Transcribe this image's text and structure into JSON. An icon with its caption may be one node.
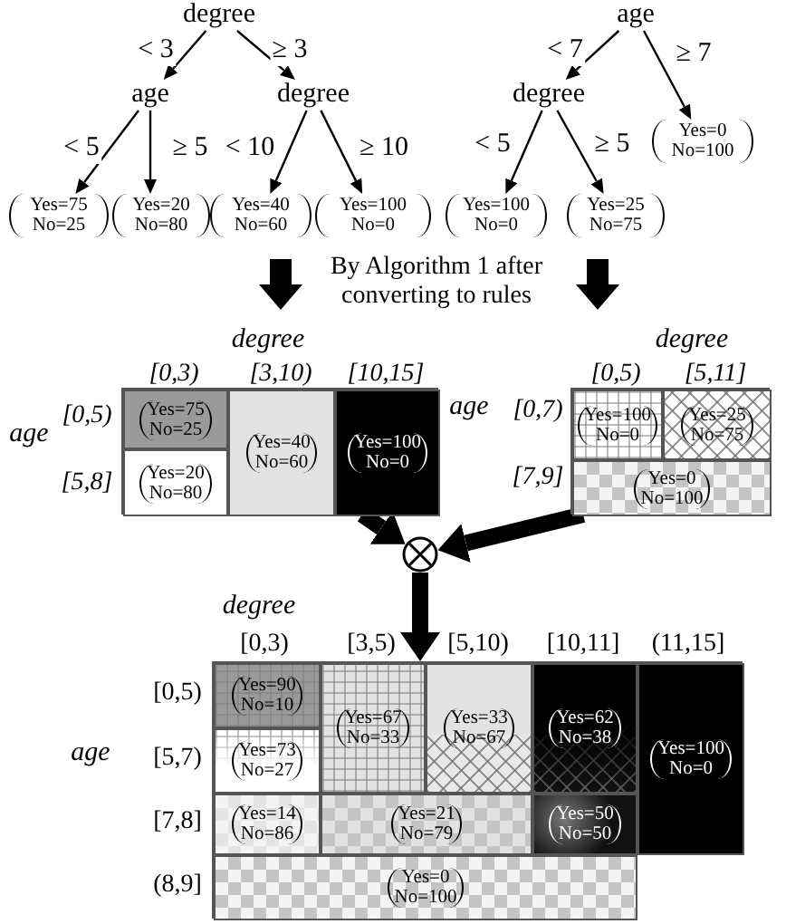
{
  "diagram": {
    "nodes": [
      {
        "text": [
          "degree"
        ]
      },
      {
        "text": [
          "age"
        ]
      },
      {
        "text": [
          "degree"
        ]
      },
      {
        "text": [
          "Yes=75",
          "No=25"
        ]
      },
      {
        "text": [
          "Yes=20",
          "No=80"
        ]
      },
      {
        "text": [
          "Yes=40",
          "No=60"
        ]
      },
      {
        "text": [
          "Yes=100",
          "No=0"
        ]
      },
      {
        "text": [
          "age"
        ]
      },
      {
        "text": [
          "degree"
        ]
      },
      {
        "text": [
          "Yes=0",
          "No=100"
        ]
      },
      {
        "text": [
          "Yes=100",
          "No=0"
        ]
      },
      {
        "text": [
          "Yes=25",
          "No=75"
        ]
      },
      {
        "text": [],
        "shape": "box"
      },
      {
        "text": [
          "Yes=75",
          "No=25"
        ],
        "in": 12
      },
      {
        "text": [
          "Yes=20",
          "No=80"
        ],
        "in": 12
      },
      {
        "text": [
          "Yes=40",
          "No=60"
        ],
        "in": 12
      },
      {
        "text": [
          "Yes=100",
          "No=0"
        ],
        "in": 12
      },
      {
        "text": [],
        "shape": "box"
      },
      {
        "text": [
          "Yes=100",
          "No=0"
        ],
        "in": 17
      },
      {
        "text": [
          "Yes=25",
          "No=75"
        ],
        "in": 17
      },
      {
        "text": [
          "Yes=0",
          "No=100"
        ],
        "in": 17
      },
      {
        "text": [],
        "shape": "circle"
      },
      {
        "text": [],
        "shape": "box"
      },
      {
        "text": [
          "Yes=90",
          "No=10"
        ],
        "in": 22
      },
      {
        "text": [
          "Yes=67",
          "No=33"
        ],
        "in": 22
      },
      {
        "text": [
          "Yes=33",
          "No=67"
        ],
        "in": 22
      },
      {
        "text": [
          "Yes=62",
          "No=38"
        ],
        "in": 22
      },
      {
        "text": [
          "Yes=100",
          "No=0"
        ],
        "in": 22
      },
      {
        "text": [
          "Yes=73",
          "No=27"
        ],
        "in": 22
      },
      {
        "text": [
          "Yes=14",
          "No=86"
        ],
        "in": 22
      },
      {
        "text": [
          "Yes=21",
          "No=79"
        ],
        "in": 22
      },
      {
        "text": [
          "Yes=50",
          "No=50"
        ],
        "in": 22
      },
      {
        "text": [
          "Yes=0",
          "No=100"
        ],
        "in": 22
      }
    ],
    "edges": [
      {
        "from": 0,
        "to": 1,
        "arrow": "to",
        "label": "< 3"
      },
      {
        "from": 0,
        "to": 2,
        "arrow": "to",
        "label": "≥ 3"
      },
      {
        "from": 1,
        "to": 3,
        "arrow": "to",
        "label": "< 5"
      },
      {
        "from": 1,
        "to": 4,
        "arrow": "to",
        "label": "≥ 5"
      },
      {
        "from": 2,
        "to": 5,
        "arrow": "to",
        "label": "< 10"
      },
      {
        "from": 2,
        "to": 6,
        "arrow": "to",
        "label": "≥ 10"
      },
      {
        "from": 7,
        "to": 8,
        "arrow": "to",
        "label": "< 7"
      },
      {
        "from": 7,
        "to": 9,
        "arrow": "to",
        "label": "≥ 7"
      },
      {
        "from": 8,
        "to": 10,
        "arrow": "to",
        "label": "< 5"
      },
      {
        "from": 8,
        "to": 11,
        "arrow": "to",
        "label": "≥ 5"
      },
      {
        "from": 12,
        "to": 21,
        "arrow": "to",
        "style": "thick"
      },
      {
        "from": 17,
        "to": 21,
        "arrow": "to",
        "style": "thick"
      },
      {
        "from": 21,
        "to": 22,
        "arrow": "to",
        "style": "thick"
      }
    ],
    "labels": [
      "By Algorithm 1 after converting to rules",
      "degree",
      "[0,3)",
      "[3,10)",
      "[10,15]",
      "age",
      "[0,5)",
      "[5,8]",
      "degree",
      "[0,5)",
      "[5,11]",
      "age",
      "[0,7)",
      "[7,9]",
      "degree",
      "[0,3)",
      "[3,5)",
      "[5,10)",
      "[10,11]",
      "(11,15]",
      "age",
      "[0,5)",
      "[5,7)",
      "[7,8]",
      "(8,9]"
    ]
  }
}
